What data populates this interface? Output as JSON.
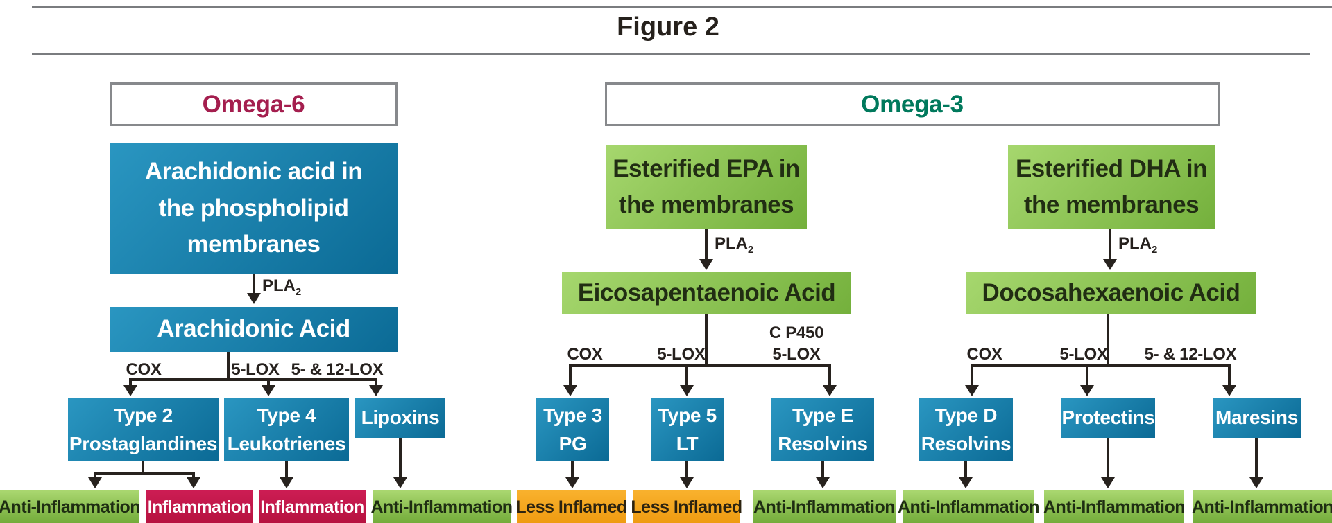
{
  "figure": {
    "title": "Figure 2"
  },
  "groups": {
    "omega6": {
      "label": "Omega-6",
      "color": "#a41e4e"
    },
    "omega3": {
      "label": "Omega-3",
      "color": "#00795c"
    }
  },
  "pla2": {
    "base": "PLA",
    "sub": "2"
  },
  "pathways": {
    "aa": {
      "membrane": {
        "line1": "Arachidonic acid in",
        "line2": "the phospholipid",
        "line3": "membranes"
      },
      "acid": "Arachidonic Acid",
      "enzymes": {
        "cox": "COX",
        "lox5": "5-LOX",
        "lox512": "5- & 12-LOX"
      },
      "products": {
        "p1": {
          "line1": "Type 2",
          "line2": "Prostaglandines"
        },
        "p2": {
          "line1": "Type 4",
          "line2": "Leukotrienes"
        },
        "p3": {
          "line1": "Lipoxins"
        }
      }
    },
    "epa": {
      "membrane": {
        "line1": "Esterified EPA in",
        "line2": "the membranes"
      },
      "acid": "Eicosapentaenoic Acid",
      "enzymes": {
        "cox": "COX",
        "lox5": "5-LOX",
        "cp450": "C P450",
        "cp450_lox5": "5-LOX"
      },
      "products": {
        "p1": {
          "line1": "Type 3",
          "line2": "PG"
        },
        "p2": {
          "line1": "Type 5",
          "line2": "LT"
        },
        "p3": {
          "line1": "Type E",
          "line2": "Resolvins"
        }
      }
    },
    "dha": {
      "membrane": {
        "line1": "Esterified DHA in",
        "line2": "the membranes"
      },
      "acid": "Docosahexaenoic Acid",
      "enzymes": {
        "cox": "COX",
        "lox5": "5-LOX",
        "lox512": "5- & 12-LOX"
      },
      "products": {
        "p1": {
          "line1": "Type D",
          "line2": "Resolvins"
        },
        "p2": {
          "line1": "Protectins"
        },
        "p3": {
          "line1": "Maresins"
        }
      }
    }
  },
  "outcomes": [
    {
      "label": "Anti-Inflammation",
      "type": "anti"
    },
    {
      "label": "Inflammation",
      "type": "pro"
    },
    {
      "label": "Inflammation",
      "type": "pro"
    },
    {
      "label": "Anti-Inflammation",
      "type": "anti"
    },
    {
      "label": "Less Inflamed",
      "type": "less"
    },
    {
      "label": "Less Inflamed",
      "type": "less"
    },
    {
      "label": "Anti-Inflammation",
      "type": "anti"
    },
    {
      "label": "Anti-Inflammation",
      "type": "anti"
    },
    {
      "label": "Anti-Inflammation",
      "type": "anti"
    },
    {
      "label": "Anti-Inflammation",
      "type": "anti"
    }
  ],
  "colors": {
    "blue_box": "#16779f",
    "green_box_light": "#a2d46a",
    "green_box_dark": "#77b23f",
    "anti_green": "#8bc14e",
    "inflammation_red": "#c3164c",
    "less_inflamed_orange": "#f4a41d",
    "omega6_text": "#a41e4e",
    "omega3_text": "#00795c",
    "line": "#27221e",
    "border_gray": "#87898c"
  }
}
